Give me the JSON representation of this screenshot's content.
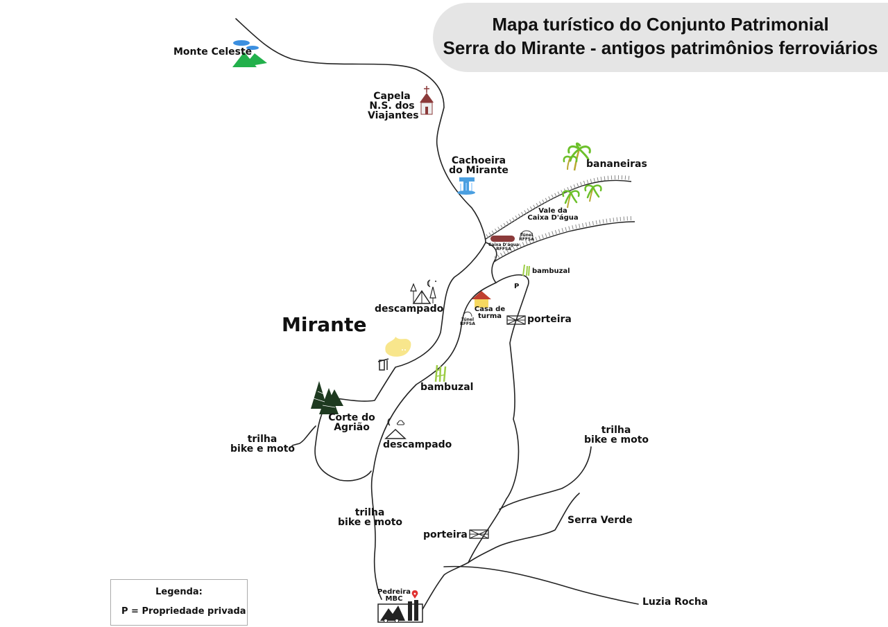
{
  "title": {
    "line1": "Mapa turístico do Conjunto Patrimonial",
    "line2": "Serra do Mirante - antigos patrimônios ferroviários"
  },
  "labels": {
    "monte_celeste": "Monte Celeste",
    "capela": [
      "Capela",
      "N.S. dos",
      "Viajantes"
    ],
    "cachoeira": [
      "Cachoeira",
      "do Mirante"
    ],
    "bananeiras": "bananeiras",
    "vale": [
      "Vale da",
      "Caixa D'água"
    ],
    "caixa_dagua": [
      "Caixa D'água",
      "RFFSA"
    ],
    "tunel_1": [
      "Túnel",
      "RFFSA"
    ],
    "bambuzal_small": "bambuzal",
    "p_marker": "P",
    "descampado_1": "descampado",
    "mirante": "Mirante",
    "casa": [
      "Casa de",
      "turma"
    ],
    "tunel_2": [
      "Túnel",
      "RFFSA"
    ],
    "porteira_1": "porteira",
    "bambuzal": "bambuzal",
    "corte": [
      "Corte do",
      "Agrião"
    ],
    "descampado_2": "descampado",
    "trilha_1": [
      "trilha",
      "bike e moto"
    ],
    "trilha_2": [
      "trilha",
      "bike e moto"
    ],
    "trilha_3": [
      "trilha",
      "bike e moto"
    ],
    "serra_verde": "Serra Verde",
    "porteira_2": "porteira",
    "pedreira": [
      "Pedreira",
      "MBC"
    ],
    "luzia_rocha": "Luzia Rocha"
  },
  "legend": {
    "title": "Legenda:",
    "item": "P = Propriedade privada"
  },
  "colors": {
    "road": "#222222",
    "mountain": "#22b04b",
    "cloud": "#3b8fe0",
    "chapel": "#8b3a3a",
    "water": "#4a9fe0",
    "palm_leaf": "#6cc02a",
    "palm_trunk": "#b8a830",
    "house_roof": "#c04030",
    "house_wall": "#f6d860",
    "bamboo": "#9ccc45",
    "mirante_blob": "#f8e68c",
    "forest": "#1e3a20",
    "tank": "#8b3a3a",
    "pin": "#e03030"
  },
  "icons": [
    "mountain-icon",
    "chapel-icon",
    "waterfall-icon",
    "palm-tree-icon",
    "water-tank-icon",
    "tunnel-icon",
    "bamboo-icon",
    "camping-icon",
    "house-icon",
    "gate-icon",
    "viewpoint-icon",
    "forest-icon",
    "quarry-icon",
    "location-pin-icon"
  ]
}
